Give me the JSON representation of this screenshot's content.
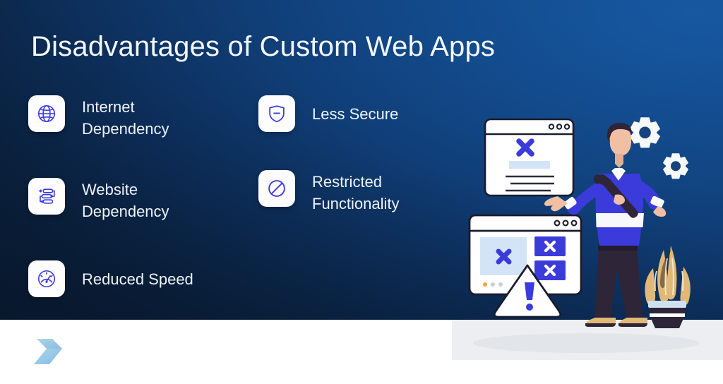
{
  "title": "Disadvantages of Custom Web Apps",
  "theme": {
    "background_dark": "#0a1d36",
    "background_blue": "#12498a",
    "accent_blue": "#3b3bdb",
    "icon_tile": "#fdfdff",
    "text_light": "#eef3f9",
    "footer": "#ffffff",
    "plant_leaf": "#e0b877",
    "warning_white": "#ffffff"
  },
  "features": {
    "left_column": [
      {
        "label": "Internet\nDependency",
        "icon": "globe-icon"
      },
      {
        "label": "Website\nDependency",
        "icon": "dependency-flow-icon"
      },
      {
        "label": "Reduced Speed",
        "icon": "speedometer-icon"
      }
    ],
    "right_column": [
      {
        "label": "Less Secure",
        "icon": "shield-minus-icon"
      },
      {
        "label": "Restricted\nFunctionality",
        "icon": "prohibition-icon"
      }
    ]
  },
  "illustration": {
    "name": "developer-with-broken-web-apps",
    "elements": [
      "browser-window-top",
      "browser-window-bottom",
      "warning-triangle",
      "person-with-wrench",
      "gear-large",
      "gear-small",
      "potted-plant"
    ]
  },
  "footer": {
    "logo_name": "brand-s-logo"
  }
}
